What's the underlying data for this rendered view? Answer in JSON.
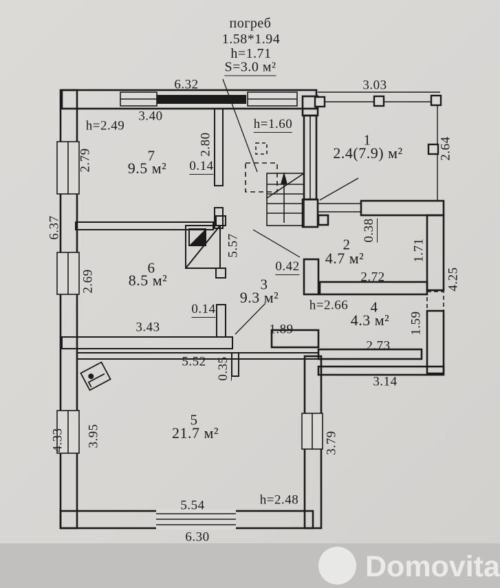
{
  "watermark": {
    "brand": "Domovita"
  },
  "cellar_note": {
    "title": "погреб",
    "dimensions": "1.58*1.94",
    "height": "h=1.71",
    "area": "S=3.0 м²"
  },
  "rooms": [
    {
      "number": "1",
      "area": "2.4(7.9) м²"
    },
    {
      "number": "2",
      "area": "4.7 м²"
    },
    {
      "number": "3",
      "area": "9.3 м²"
    },
    {
      "number": "4",
      "area": "4.3 м²"
    },
    {
      "number": "5",
      "area": "21.7 м²"
    },
    {
      "number": "6",
      "area": "8.5 м²"
    },
    {
      "number": "7",
      "area": "9.5 м²"
    }
  ],
  "ceiling_heights": {
    "room7": "h=2.49",
    "stair_hall": "h=1.60",
    "room4": "h=2.66",
    "room5": "h=2.48"
  },
  "dimensions": {
    "top_outer": "6.32",
    "porch_width": "3.03",
    "porch_height": "2.64",
    "room7_width": "3.40",
    "room7_left": "2.79",
    "room7_wall_thickness": "0.14",
    "room7_wall_length": "2.80",
    "left_upper_outer": "6.37",
    "room6_left": "2.69",
    "room6_width": "3.43",
    "room6_wall_thickness": "0.14",
    "hall_length": "5.57",
    "hall_wall": "0.42",
    "room2_wall": "0.38",
    "room2_width": "2.72",
    "room2_right": "1.71",
    "wing_right_outer": "4.25",
    "room4_right": "1.59",
    "room4_width": "2.73",
    "wing_bottom_outer": "3.14",
    "hall_opening": "1.89",
    "room5_top": "5.52",
    "room5_wall_stub": "0.35",
    "room5_left": "3.95",
    "left_lower_outer": "4.33",
    "room5_right": "3.79",
    "room5_bottom": "5.54",
    "bottom_outer": "6.30"
  }
}
